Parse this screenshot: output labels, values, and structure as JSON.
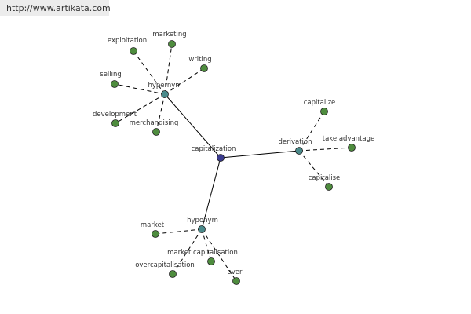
{
  "banner": {
    "url": "http://www.artikata.com"
  },
  "colors": {
    "root_node": "#3a3a8e",
    "hub_node": "#4a8a8a",
    "leaf_node": "#4e8c3e",
    "node_stroke": "#222222",
    "edge": "#000000"
  },
  "graph": {
    "root": {
      "label": "capitalization"
    },
    "hubs": [
      {
        "label": "hypernym",
        "leaves": [
          "exploitation",
          "marketing",
          "writing",
          "selling",
          "development",
          "merchandising"
        ]
      },
      {
        "label": "derivation",
        "leaves": [
          "capitalize",
          "take advantage",
          "capitalise"
        ]
      },
      {
        "label": "hyponym",
        "leaves": [
          "market",
          "market capitalisation",
          "overcapitalisation",
          "over"
        ]
      }
    ]
  }
}
